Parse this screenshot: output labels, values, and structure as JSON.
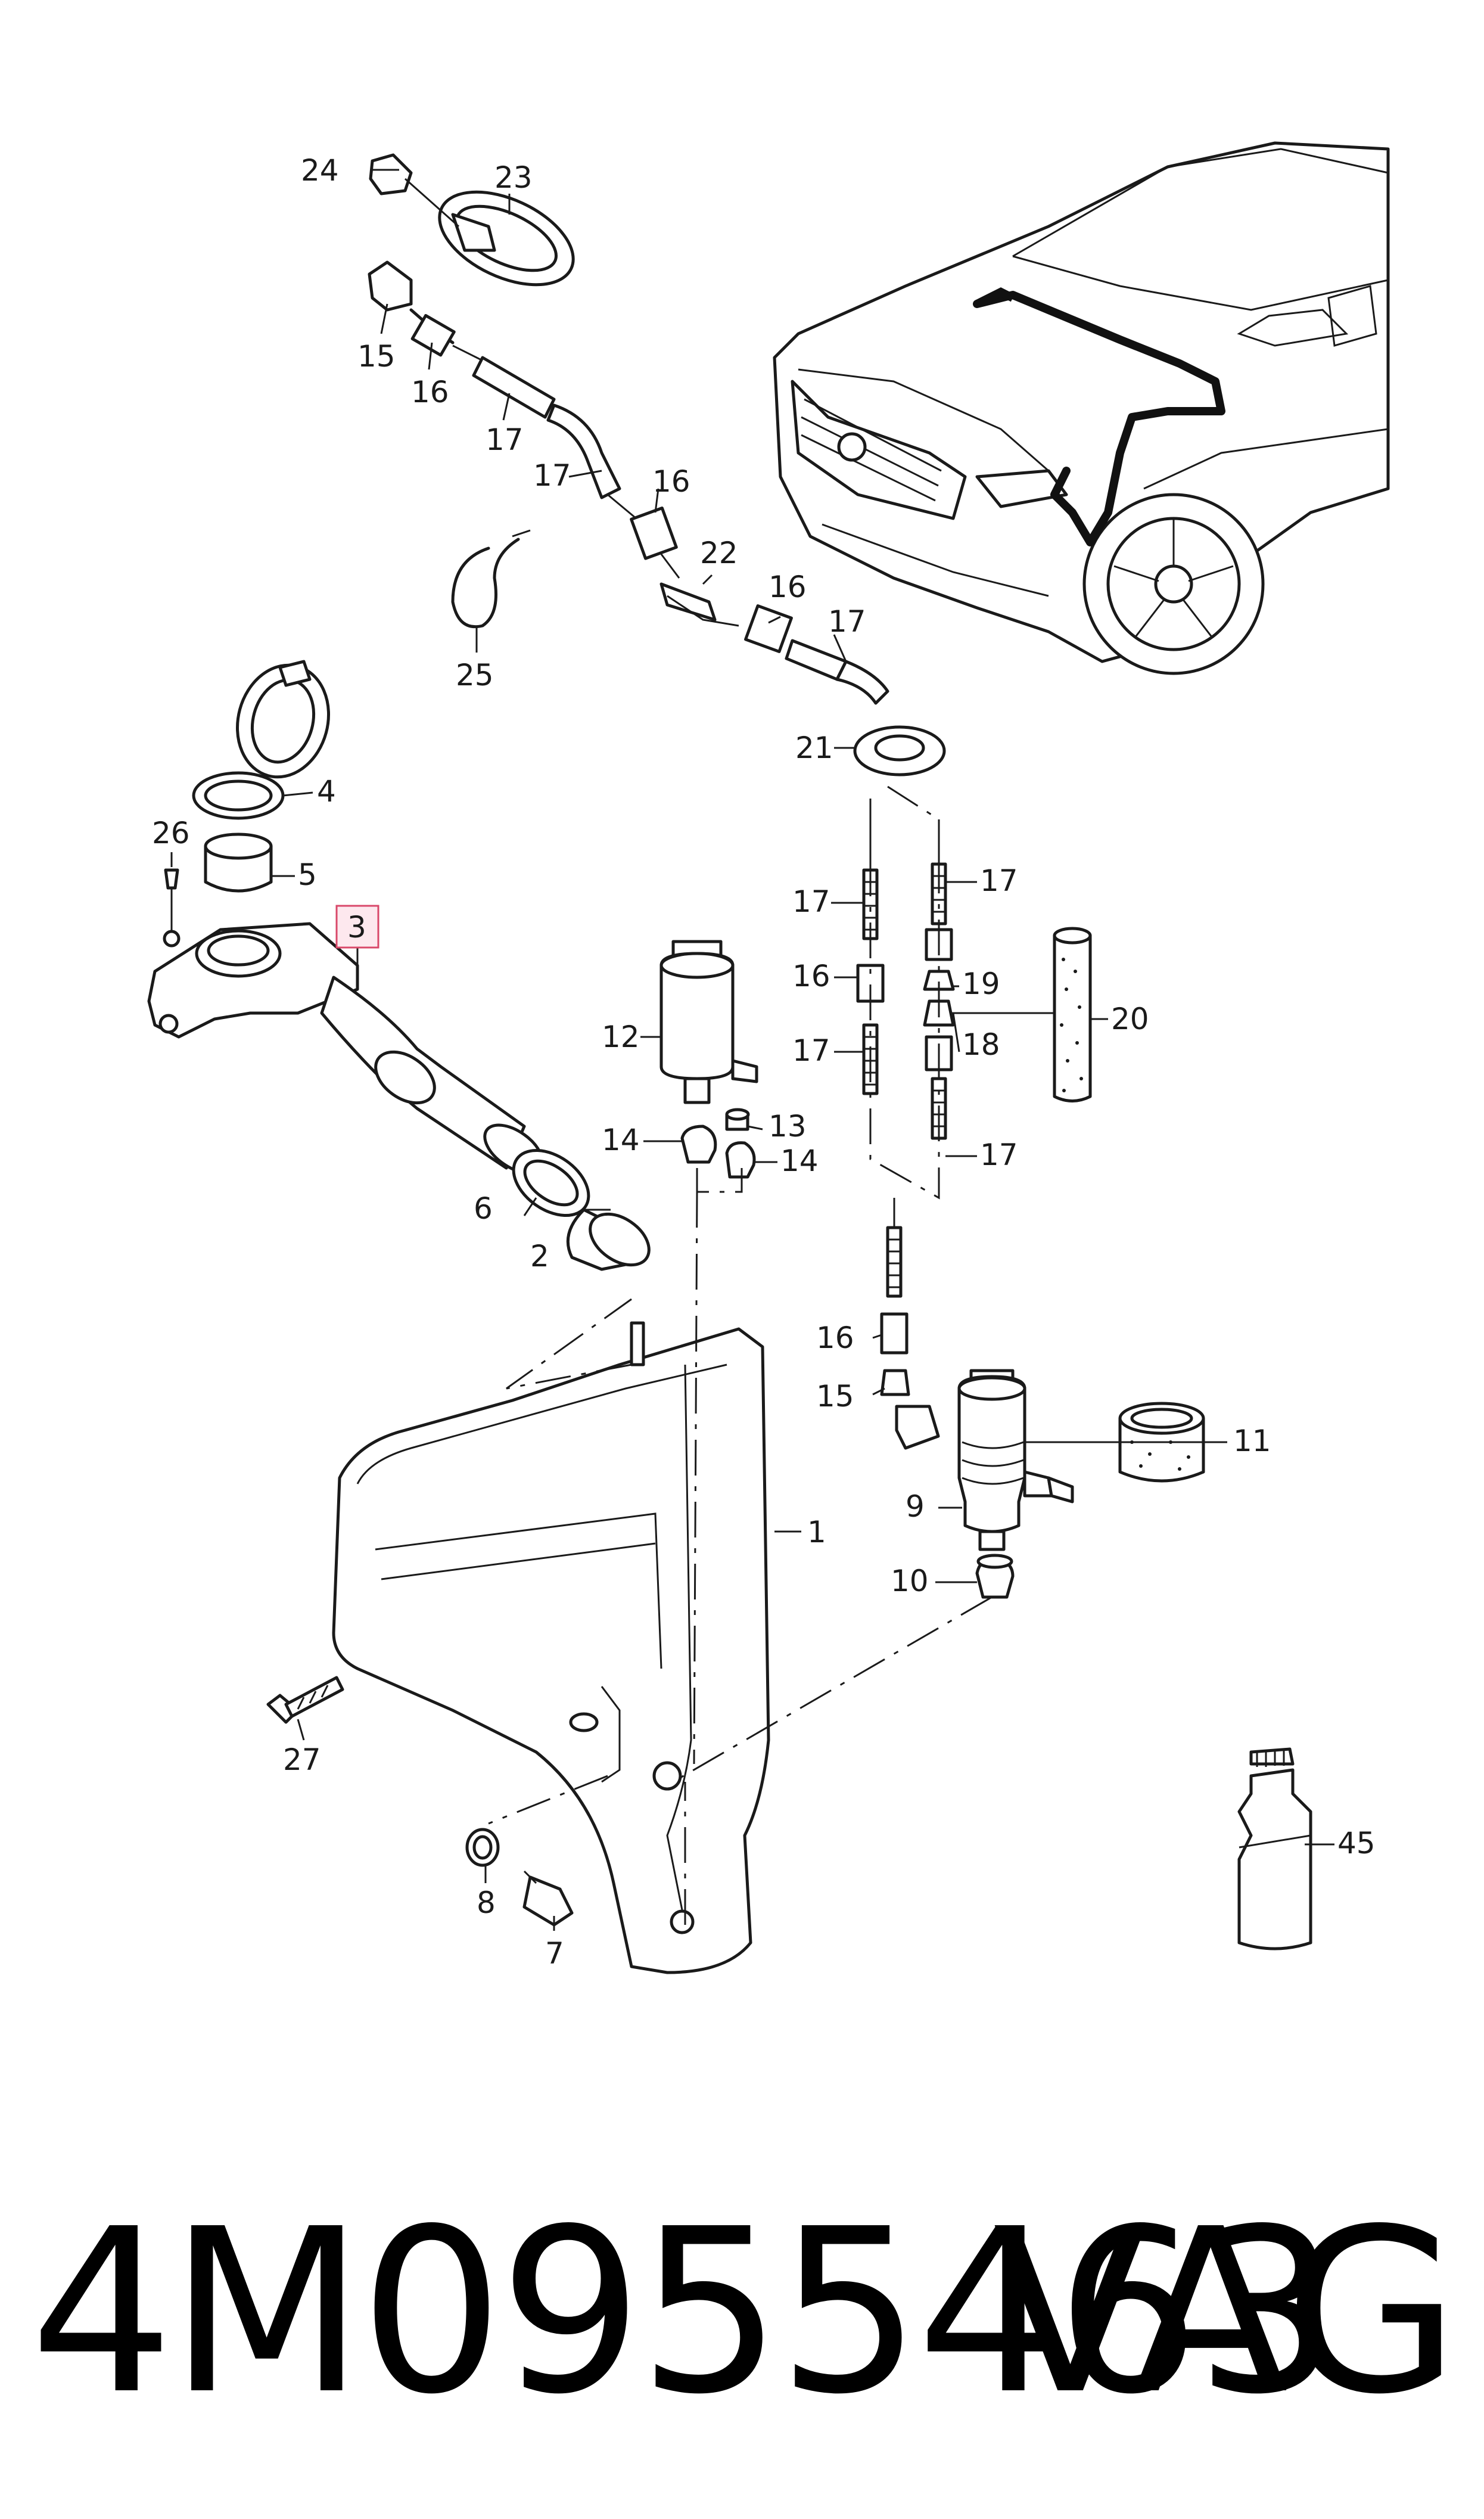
{
  "diagram": {
    "callouts": [
      "1",
      "2",
      "3",
      "4",
      "5",
      "6",
      "7",
      "8",
      "9",
      "10",
      "11",
      "12",
      "13",
      "14",
      "15",
      "16",
      "17",
      "18",
      "19",
      "20",
      "21",
      "22",
      "23",
      "24",
      "25",
      "26",
      "27",
      "45"
    ],
    "highlighted_callout": "3",
    "highlight_color": "#d9486a"
  },
  "footer": {
    "part_number": "4M0955463",
    "brand": "VAG"
  }
}
